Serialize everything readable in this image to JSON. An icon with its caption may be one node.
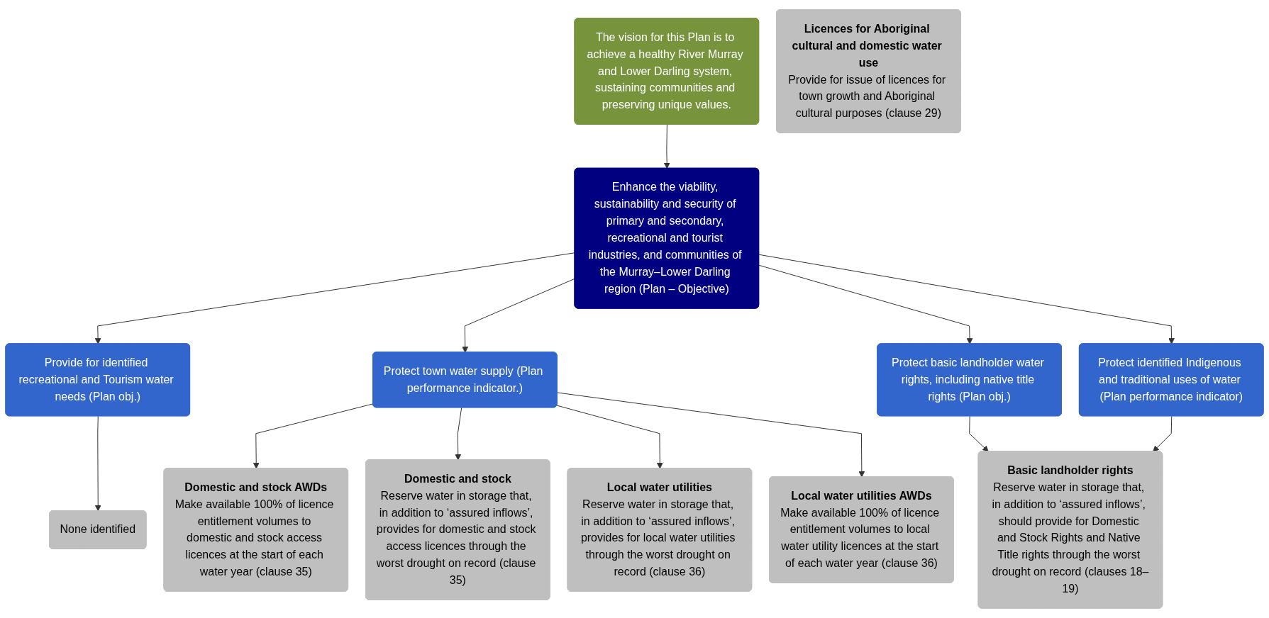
{
  "diagram": {
    "nodes": [
      {
        "text": [
          "The vision for this Plan is to achieve a healthy River Murray and Lower Darling system, sustaining communities and preserving unique values."
        ]
      },
      {
        "text": [
          "Enhance the viability, sustainability and security of primary and secondary, recreational and tourist industries, and communities of the Murray–Lower Darling region (Plan – Objective)"
        ]
      },
      {
        "text": [
          "Provide for identified recreational and Tourism water needs (Plan obj.)"
        ]
      },
      {
        "text": [
          "Protect town water supply (Plan performance indicator.)"
        ]
      },
      {
        "text": [
          "Protect basic landholder water rights, including native title rights (Plan obj.)"
        ]
      },
      {
        "text": [
          "Protect identified Indigenous and traditional uses of water (Plan performance indicator)"
        ]
      },
      {
        "text": [
          "None identified"
        ]
      },
      {
        "text": [
          "Domestic and stock AWDs",
          "Make available 100% of licence entitlement volumes to domestic and stock access licences at the start of each water year (clause 35)"
        ]
      },
      {
        "text": [
          "Domestic and stock",
          "Reserve water in storage that, in addition to ‘assured inflows’, provides for domestic and stock access licences through the worst drought on record (clause 35)"
        ]
      },
      {
        "text": [
          "Local water utilities",
          "Reserve water in storage that, in addition to ‘assured inflows’, provides for local water utilities through the worst drought on record (clause 36)"
        ]
      },
      {
        "text": [
          "Local water utilities AWDs",
          "Make available 100% of licence entitlement volumes to local water utility licences at the start of each water year (clause 36)"
        ]
      },
      {
        "text": [
          "Basic landholder rights",
          "Reserve water in storage that, in addition to ‘assured inflows’, should provide for Domestic and Stock Rights and Native Title rights through the worst drought on record (clauses 18–19)"
        ]
      },
      {
        "text": [
          "Licences for Aboriginal cultural and domestic water use",
          "Provide for issue of licences for town growth and Aboriginal cultural purposes (clause 29)"
        ]
      }
    ],
    "edges": [
      {
        "from": 0,
        "to": 1,
        "arrow": "to"
      },
      {
        "from": 1,
        "to": 2,
        "arrow": "to"
      },
      {
        "from": 1,
        "to": 3,
        "arrow": "to"
      },
      {
        "from": 1,
        "to": 4,
        "arrow": "to"
      },
      {
        "from": 1,
        "to": 5,
        "arrow": "to"
      },
      {
        "from": 2,
        "to": 6,
        "arrow": "to"
      },
      {
        "from": 3,
        "to": 7,
        "arrow": "to"
      },
      {
        "from": 3,
        "to": 8,
        "arrow": "to"
      },
      {
        "from": 3,
        "to": 9,
        "arrow": "to"
      },
      {
        "from": 3,
        "to": 10,
        "arrow": "to"
      },
      {
        "from": 4,
        "to": 11,
        "arrow": "to"
      },
      {
        "from": 5,
        "to": 11,
        "arrow": "to"
      }
    ]
  }
}
